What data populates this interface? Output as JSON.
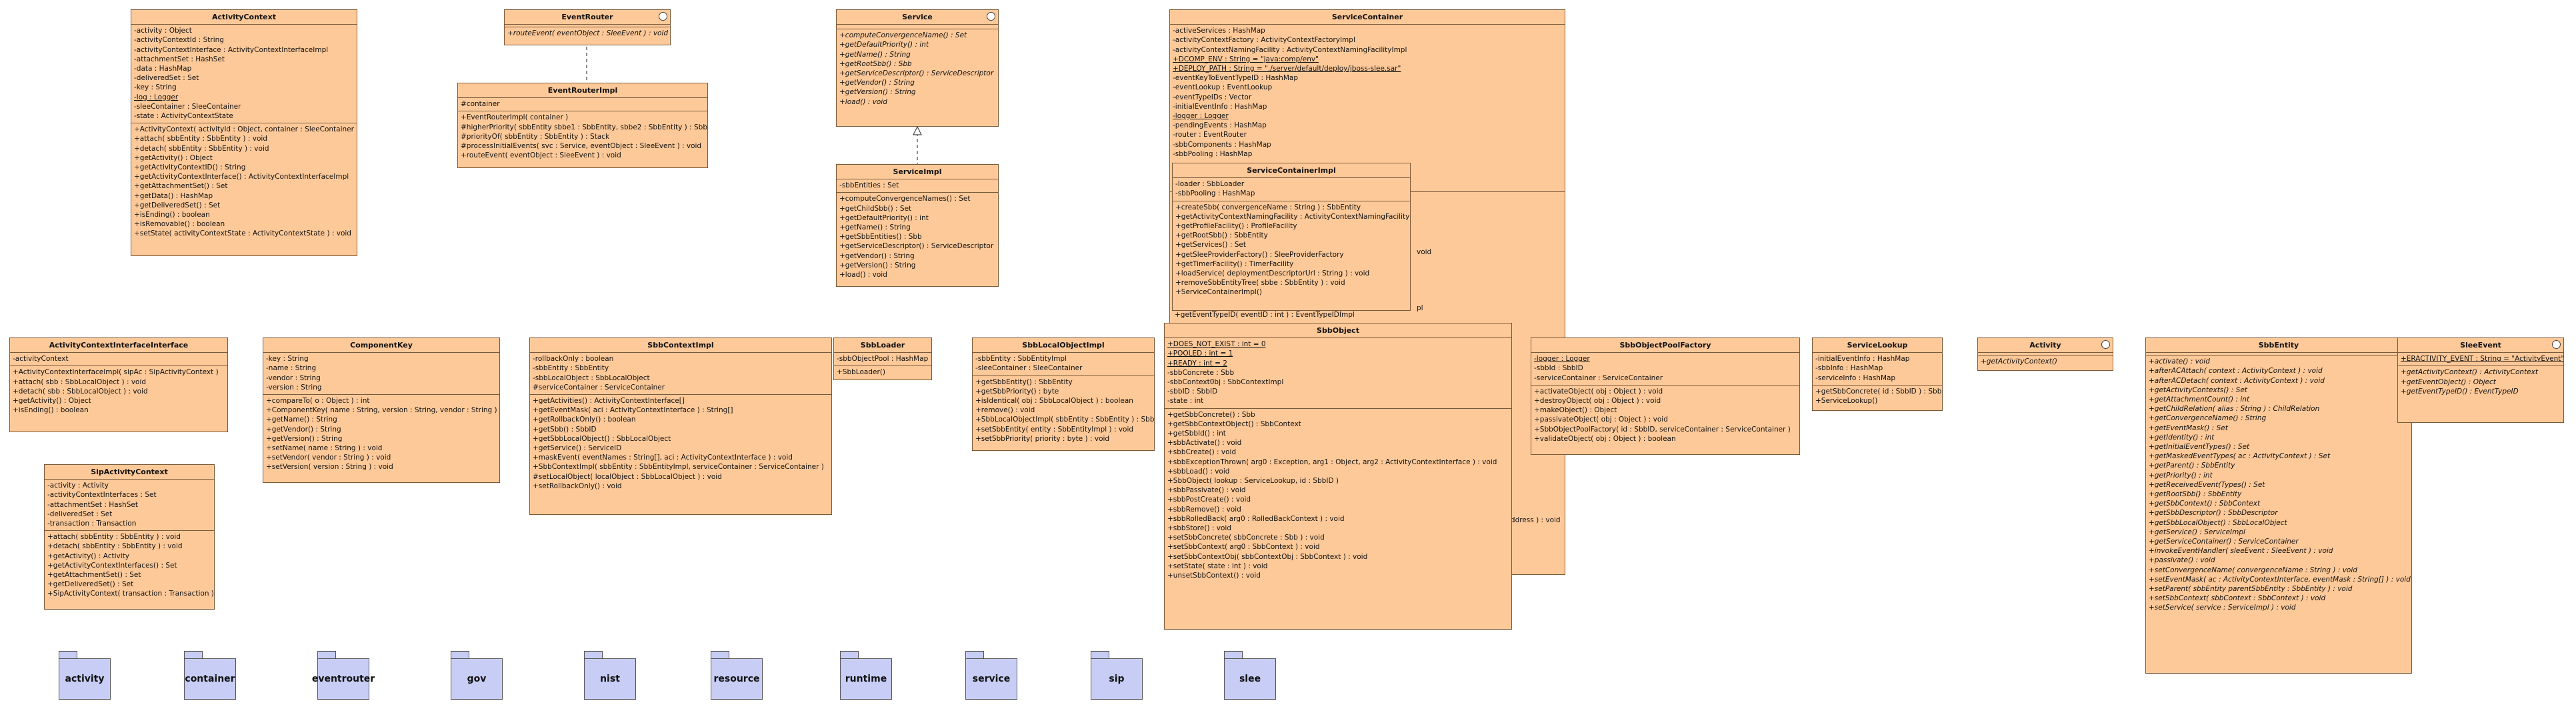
{
  "classes": {
    "activity_context": {
      "title": "ActivityContext",
      "attributes": [
        "-activity : Object",
        "-activityContextId : String",
        "-activityContextInterface : ActivityContextInterfaceImpl",
        "-attachmentSet : HashSet",
        "-data : HashMap",
        "-deliveredSet : Set",
        "-key : String",
        "-log : Logger",
        "-sleeContainer : SleeContainer",
        "-state : ActivityContextState"
      ],
      "operations": [
        "+ActivityContext( activityId : Object, container : SleeContainer )",
        "+attach( sbbEntity : SbbEntity ) : void",
        "+detach( sbbEntity : SbbEntity ) : void",
        "+getActivity() : Object",
        "+getActivityContextID() : String",
        "+getActivityContextInterface() : ActivityContextInterfaceImpl",
        "+getAttachmentSet() : Set",
        "+getData() : HashMap",
        "+getDeliveredSet() : Set",
        "+isEnding() : boolean",
        "+isRemovable() : boolean",
        "+setState( activityContextState : ActivityContextState ) : void"
      ]
    },
    "event_router": {
      "title": "EventRouter",
      "operations": [
        "+routeEvent( eventObject : SleeEvent ) : void"
      ]
    },
    "event_router_impl": {
      "title": "EventRouterImpl",
      "attributes": [
        "#container"
      ],
      "operations": [
        "+EventRouterImpl( container )",
        "#higherPriority( sbbEntity sbbe1 : SbbEntity, sbbe2 : SbbEntity ) : SbbEntity",
        "#priorityOf( sbbEntity : SbbEntity ) : Stack",
        "#processInitialEvents( svc : Service, eventObject : SleeEvent ) : void",
        "+routeEvent( eventObject : SleeEvent ) : void"
      ]
    },
    "service": {
      "title": "Service",
      "operations": [
        "+computeConvergenceName() : Set",
        "+getDefaultPriority() : int",
        "+getName() : String",
        "+getRootSbb() : Sbb",
        "+getServiceDescriptor() : ServiceDescriptor",
        "+getVendor() : String",
        "+getVersion() : String",
        "+load() : void"
      ]
    },
    "service_impl": {
      "title": "ServiceImpl",
      "attributes": [
        "-sbbEntities : Set"
      ],
      "operations": [
        "+computeConvergenceNames() : Set",
        "+getChildSbb() : Set",
        "+getDefaultPriority() : int",
        "+getName() : String",
        "+getSbbEntities() : Sbb",
        "+getServiceDescriptor() : ServiceDescriptor",
        "+getVendor() : String",
        "+getVersion() : String",
        "+load() : void"
      ]
    },
    "service_container": {
      "title": "ServiceContainer",
      "attributes": [
        "-activeServices : HashMap",
        "-activityContextFactory : ActivityContextFactoryImpl",
        "-activityContextNamingFacility : ActivityContextNamingFacilityImpl",
        "+DCOMP_ENV : String = \"java:comp/env\"",
        "+DEPLOY_PATH : String = \"./server/default/deploy/jboss-slee.sar\"",
        "-eventKeyToEventTypeID : HashMap",
        "-eventLookup : EventLookup",
        "-eventTypeIDs : Vector",
        "-initialEventInfo : HashMap",
        "-logger : Logger",
        "-pendingEvents : HashMap",
        "-router : EventRouter",
        "-sbbComponents : HashMap",
        "-sbbPooling : HashMap"
      ],
      "tail_fragments": [
        "...",
        "void",
        "pl",
        "iddress ) : void"
      ]
    },
    "service_container_impl": {
      "title": "ServiceContainerImpl",
      "attributes": [
        "-loader : SbbLoader",
        "-sbbPooling : HashMap"
      ],
      "operations": [
        "+createSbb( convergenceName : String ) : SbbEntity",
        "+getActivityContextNamingFacility : ActivityContextNamingFacility",
        "+getProfileFacility() : ProfileFacility",
        "+getRootSbb() : SbbEntity",
        "+getServices() : Set",
        "+getSleeProviderFactory() : SleeProviderFactory",
        "+getTimerFacility() : TimerFacility",
        "+loadService( deploymentDescriptorUrl : String ) : void",
        "+removeSbbEntityTree( sbbe : SbbEntity ) : void",
        "+ServiceContainerImpl()"
      ],
      "extra": [
        "+getEventTypeID( eventID : int ) : EventTypeIDImpl"
      ]
    },
    "aci": {
      "title": "ActivityContextInterfaceInterface",
      "attributes": [
        "-activityContext"
      ],
      "operations": [
        "+ActivityContextInterfaceImpl( sipAc : SipActivityContext )",
        "+attach( sbb : SbbLocalObject ) : void",
        "+detach( sbb : SbbLocalObject ) : void",
        "+getActivity() : Object",
        "+isEnding() : boolean"
      ]
    },
    "sip_activity_context": {
      "title": "SipActivityContext",
      "attributes": [
        "-activity : Activity",
        "-activityContextInterfaces : Set",
        "-attachmentSet : HashSet",
        "-deliveredSet : Set",
        "-transaction : Transaction"
      ],
      "operations": [
        "+attach( sbbEntity : SbbEntity ) : void",
        "+detach( sbbEntity : SbbEntity ) : void",
        "+getActivity() : Activity",
        "+getActivityContextInterfaces() : Set",
        "+getAttachmentSet() : Set",
        "+getDeliveredSet() : Set",
        "+SipActivityContext( transaction : Transaction )"
      ]
    },
    "component_key": {
      "title": "ComponentKey",
      "attributes": [
        "-key : String",
        "-name : String",
        "-vendor : String",
        "-version : String"
      ],
      "operations": [
        "+compareTo( o : Object ) : int",
        "+ComponentKey( name : String, version : String, vendor : String )",
        "+getName() : String",
        "+getVendor() : String",
        "+getVersion() : String",
        "+setName( name : String ) : void",
        "+setVendor( vendor : String ) : void",
        "+setVersion( version : String ) : void"
      ]
    },
    "sbb_context_impl": {
      "title": "SbbContextImpl",
      "attributes": [
        "-rollbackOnly : boolean",
        "-sbbEntity : SbbEntity",
        "-sbbLocalObject : SbbLocalObject",
        "#serviceContainer : ServiceContainer"
      ],
      "operations": [
        "+getActivities() : ActivityContextInterface[]",
        "+getEventMask( aci : ActivityContextInterface ) : String[]",
        "+getRollbackOnly() : boolean",
        "+getSbb() : SbbID",
        "+getSbbLocalObject() : SbbLocalObject",
        "+getService() : ServiceID",
        "+maskEvent( eventNames : String[], aci : ActivityContextInterface ) : void",
        "+SbbContextImpl( sbbEntity : SbbEntityImpl, serviceContainer : ServiceContainer )",
        "#setLocalObject( localObject : SbbLocalObject ) : void",
        "+setRollbackOnly() : void"
      ]
    },
    "sbb_loader": {
      "title": "SbbLoader",
      "attributes": [
        "-sbbObjectPool : HashMap"
      ],
      "operations": [
        "+SbbLoader()"
      ]
    },
    "sbb_local_object_impl": {
      "title": "SbbLocalObjectImpl",
      "attributes": [
        "-sbbEntity : SbbEntityImpl",
        "-sleeContainer : SleeContainer"
      ],
      "operations": [
        "+getSbbEntity() : SbbEntity",
        "+getSbbPriority() : byte",
        "+isIdentical( obj : SbbLocalObject ) : boolean",
        "+remove() : void",
        "+SbbLocalObjectImpl( sbbEntity : SbbEntity ) : SbbEntityImpl )",
        "+setSbbEntity( entity : SbbEntityImpl ) : void",
        "+setSbbPriority( priority : byte ) : void"
      ]
    },
    "sbb_object": {
      "title": "SbbObject",
      "attributes": [
        "+DOES_NOT_EXIST : int = 0",
        "+POOLED : int = 1",
        "+READY : int = 2",
        "-sbbConcrete : Sbb",
        "-sbbContext0bj : SbbContextImpl",
        "-sbbID : SbbID",
        "-state : int"
      ],
      "operations": [
        "+getSbbConcrete() : Sbb",
        "+getSbbContextObject() : SbbContext",
        "+getSbbId() : int",
        "+sbbActivate() : void",
        "+sbbCreate() : void",
        "+sbbExceptionThrown( arg0 : Exception, arg1 : Object, arg2 : ActivityContextInterface ) : void",
        "+sbbLoad() : void",
        "+SbbObject( lookup : ServiceLookup, id : SbbID )",
        "+sbbPassivate() : void",
        "+sbbPostCreate() : void",
        "+sbbRemove() : void",
        "+sbbRolledBack( arg0 : RolledBackContext ) : void",
        "+sbbStore() : void",
        "+setSbbConcrete( sbbConcrete : Sbb ) : void",
        "+setSbbContext( arg0 : SbbContext ) : void",
        "+setSbbContextObj( sbbContextObj : SbbContext ) : void",
        "+setState( state : int ) : void",
        "+unsetSbbContext() : void"
      ]
    },
    "sbb_object_pool_factory": {
      "title": "SbbObjectPoolFactory",
      "attributes": [
        "-logger : Logger",
        "-sbbId : SbbID",
        "-serviceContainer : ServiceContainer"
      ],
      "operations": [
        "+activateObject( obj : Object ) : void",
        "+destroyObject( obj : Object ) : void",
        "+makeObject() : Object",
        "+passivateObject( obj : Object ) : void",
        "+SbbObjectPoolFactory( id : SbbID, serviceContainer : ServiceContainer )",
        "+validateObject( obj : Object ) : boolean"
      ]
    },
    "service_lookup": {
      "title": "ServiceLookup",
      "attributes": [
        "-initialEventInfo : HashMap",
        "-sbbInfo : HashMap",
        "-serviceInfo : HashMap"
      ],
      "operations": [
        "+getSbbConcrete( id : SbbID ) : Sbb",
        "+ServiceLookup()"
      ]
    },
    "activity": {
      "title": "Activity",
      "operations": [
        "+getActivityContext()"
      ]
    },
    "sbb_entity": {
      "title": "SbbEntity",
      "operations": [
        "+activate() : void",
        "+afterACAttach( context : ActivityContext ) : void",
        "+afterACDetach( context : ActivityContext ) : void",
        "+getActivityContexts() : Set",
        "+getAttachmentCount() : int",
        "+getChildRelation( alias : String ) : ChildRelation",
        "+getConvergenceName() : String",
        "+getEventMask() : Set",
        "+getIdentity() : int",
        "+getInitialEventTypes() : Set",
        "+getMaskedEventTypes( ac : ActivityContext ) : Set",
        "+getParent() : SbbEntity",
        "+getPriority() : int",
        "+getReceivedEvent(Types() : Set",
        "+getRootSbb() : SbbEntity",
        "+getSbbContext() : SbbContext",
        "+getSbbDescriptor() : SbbDescriptor",
        "+getSbbLocalObject() : SbbLocalObject",
        "+getService() : ServiceImpl",
        "+getServiceContainer() : ServiceContainer",
        "+invokeEventHandler( sleeEvent : SleeEvent ) : void",
        "+passivate() : void",
        "+setConvergenceName( convergenceName : String ) : void",
        "+setEventMask( ac : ActivityContextInterface, eventMask : String[] ) : void",
        "+setParent( sbbEntity parentSbbEntity : SbbEntity ) : void",
        "+setSbbContext( sbbContext : SbbContext ) : void",
        "+setService( service : ServiceImpl ) : void"
      ]
    },
    "slee_event": {
      "title": "SleeEvent",
      "attributes": [
        "+ERACTIVITY_EVENT : String = \"ActivityEvent\""
      ],
      "operations": [
        "+getActivityContext() : ActivityContext",
        "+getEventObject() : Object",
        "+getEventTypeID() : EventTypeID"
      ]
    }
  },
  "packages": [
    "activity",
    "container",
    "eventrouter",
    "gov",
    "nist",
    "resource",
    "runtime",
    "service",
    "sip",
    "slee"
  ]
}
